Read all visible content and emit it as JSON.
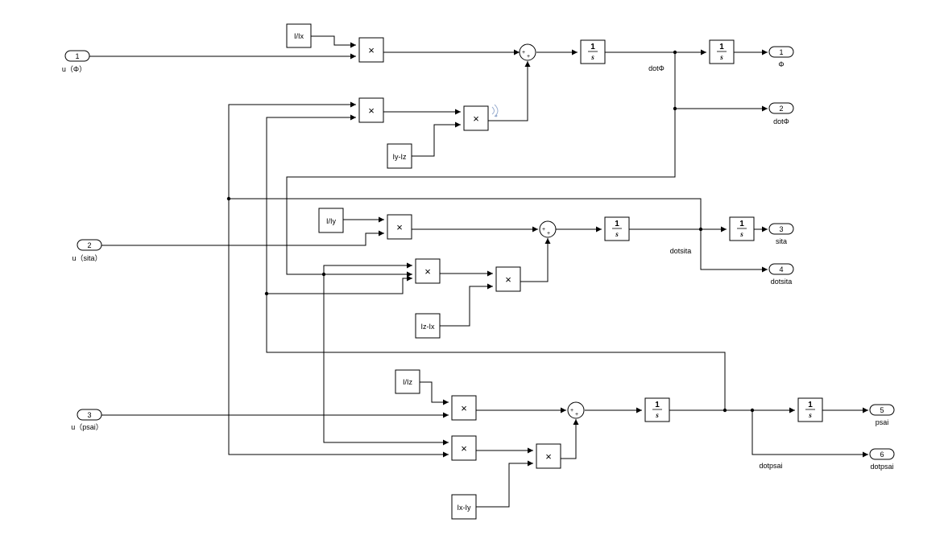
{
  "inports": [
    {
      "id": "in1",
      "number": "1",
      "label": "u（Φ）"
    },
    {
      "id": "in2",
      "number": "2",
      "label": "u（sita）"
    },
    {
      "id": "in3",
      "number": "3",
      "label": "u（psai）"
    }
  ],
  "outports": [
    {
      "id": "out1",
      "number": "1",
      "label": "Φ"
    },
    {
      "id": "out2",
      "number": "2",
      "label": "dotΦ"
    },
    {
      "id": "out3",
      "number": "3",
      "label": "sita"
    },
    {
      "id": "out4",
      "number": "4",
      "label": "dotsita"
    },
    {
      "id": "out5",
      "number": "5",
      "label": "psai"
    },
    {
      "id": "out6",
      "number": "6",
      "label": "dotpsai"
    }
  ],
  "constants": {
    "inv_ix": "I/Ix",
    "iy_iz": "Iy-Iz",
    "inv_iy": "I/Iy",
    "iz_ix": "Iz-Ix",
    "inv_iz": "I/Iz",
    "ix_iy": "Ix-Iy"
  },
  "signal_labels": {
    "dotphi": "dotΦ",
    "dotsita": "dotsita",
    "dotpsai": "dotpsai"
  },
  "product_symbol": "×",
  "integrator": {
    "numerator": "1",
    "denominator": "s"
  },
  "sum_signs": [
    "+",
    "+"
  ]
}
